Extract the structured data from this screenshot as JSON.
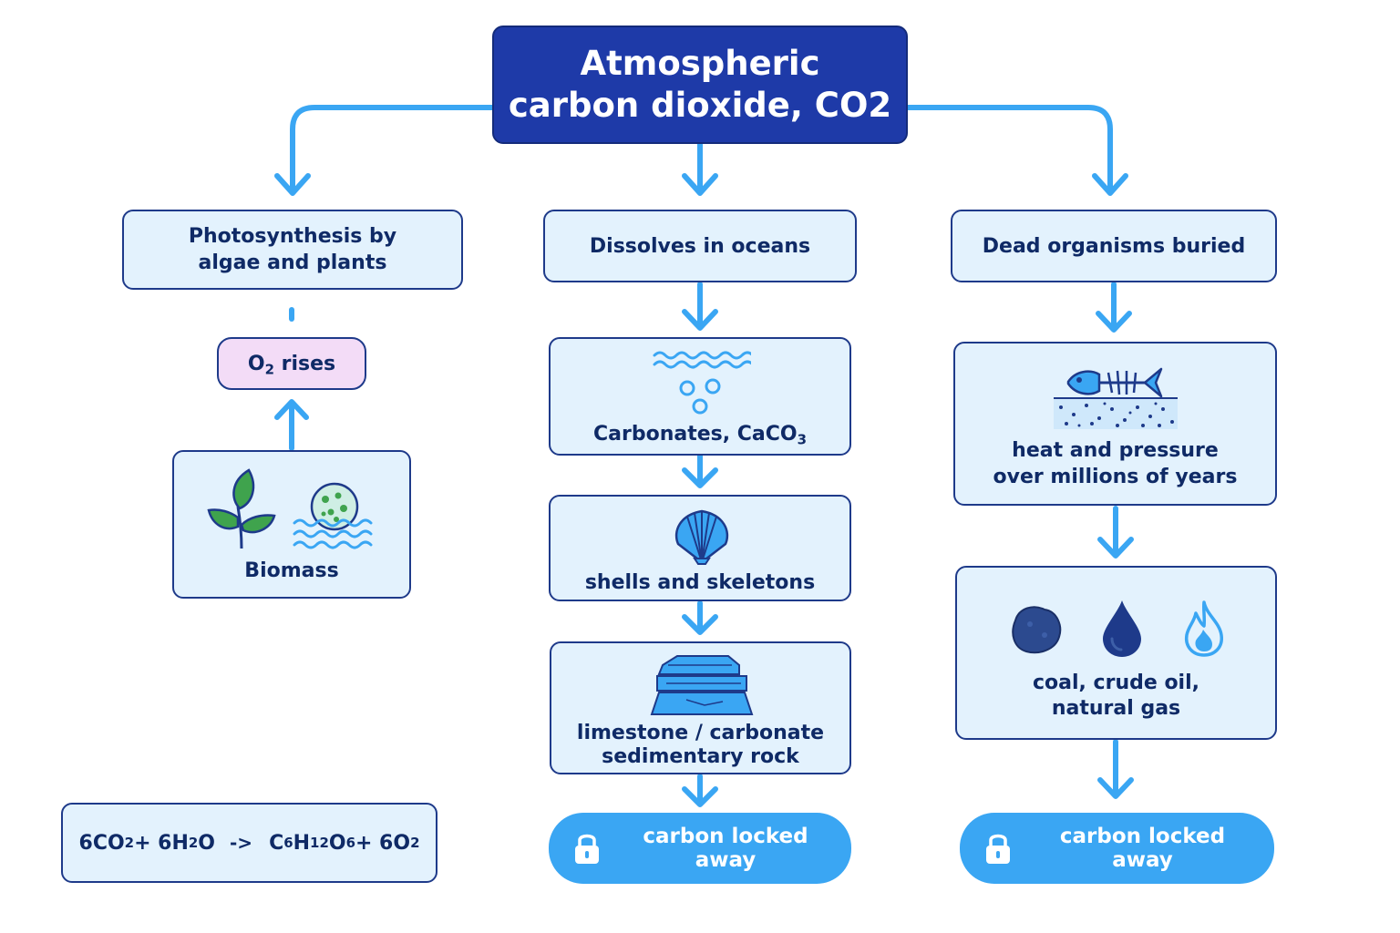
{
  "top": {
    "line1": "Atmospheric",
    "line2": "carbon dioxide, CO2"
  },
  "left": {
    "photosynthesis": {
      "line1": "Photosynthesis by",
      "line2": "algae and plants"
    },
    "o2_rises": {
      "o": "O",
      "sub": "2",
      "rest": " rises"
    },
    "biomass": "Biomass",
    "equation": {
      "a1": "6CO",
      "a1s": "2",
      "plus1": " + 6H",
      "h2s": "2",
      "o": "O",
      "arrow": "->",
      "c": "C",
      "cs": "6",
      "h": "H",
      "hs": "12",
      "o2": "O",
      "o2s": "6",
      "plus2": " + 6O",
      "end": "2"
    }
  },
  "middle": {
    "dissolves": "Dissolves in oceans",
    "carbonates": {
      "text": "Carbonates, CaCO",
      "sub": "3"
    },
    "shells": "shells and skeletons",
    "limestone": {
      "line1": "limestone / carbonate",
      "line2": "sedimentary rock"
    },
    "locked": "carbon locked away"
  },
  "right": {
    "buried": "Dead organisms buried",
    "heat": {
      "line1": "heat and pressure",
      "line2": "over millions of years"
    },
    "fuels": {
      "line1": "coal, crude oil,",
      "line2": "natural gas"
    },
    "locked": "carbon locked away"
  },
  "colors": {
    "arrow": "#3aa6f3",
    "box_fill": "#e3f2fd",
    "box_border": "#1e3a8a",
    "top_fill": "#1e3aa8",
    "o2_fill": "#f3dcf7",
    "pill": "#3aa6f3"
  },
  "icons": [
    "leaf-plant-icon",
    "algae-cell-icon",
    "water-waves-icon",
    "bubbles-icon",
    "shell-icon",
    "limestone-rock-icon",
    "fish-skeleton-icon",
    "sediment-icon",
    "coal-icon",
    "oil-drop-icon",
    "flame-icon",
    "lock-icon"
  ]
}
